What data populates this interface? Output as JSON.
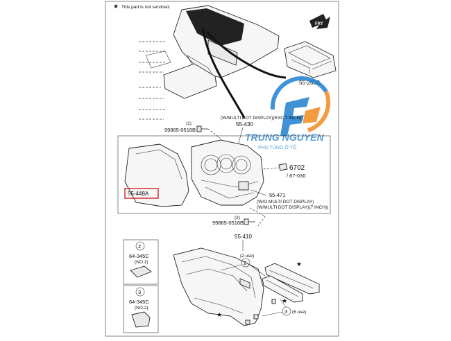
{
  "note": {
    "text": "This part is not serviced."
  },
  "front_arrow": "FRT",
  "watermark": {
    "brand": "TRUNG NGUYEN",
    "tagline": "PHỤ TÙNG Ô TÔ"
  },
  "callouts": {
    "c_55_260B": "55-260B",
    "c_1_top": "(1)",
    "c_99865_0516B_top": "99865-0516B",
    "c_multi_dot_display": "(W/MULTI DOT DISPLAY)(EXC.7 INCH))",
    "c_55_430": "55-430",
    "c_55_448A": "55-448A",
    "c_6702": "6702",
    "c_67_030": "/ 67-030",
    "c_55_471": "55-471",
    "c_wo_multi_dot": "(W/O MULTI DOT DISPLAY)",
    "c_w_multi_dot_7": "(W/MULTI DOT DISPLAY)(7 INCH))",
    "c_2_mid": "(2)",
    "c_99865_0516B_mid": "99865-0516B",
    "c_55_410": "55-410",
    "c_2_use": "(2 use)",
    "c_6_use": "(6 use)"
  },
  "legend": {
    "item2_num": "2",
    "item2_part": "64-345C",
    "item2_sub": "(NO.1)",
    "item3_num": "3",
    "item3_part": "64-345C",
    "item3_sub": "(NO.2)"
  },
  "circle_labels": {
    "c2": "2",
    "c3": "3"
  },
  "colors": {
    "highlight_box": "#d32020",
    "watermark_blue": "#1e7fd0",
    "watermark_orange": "#f08a20"
  }
}
